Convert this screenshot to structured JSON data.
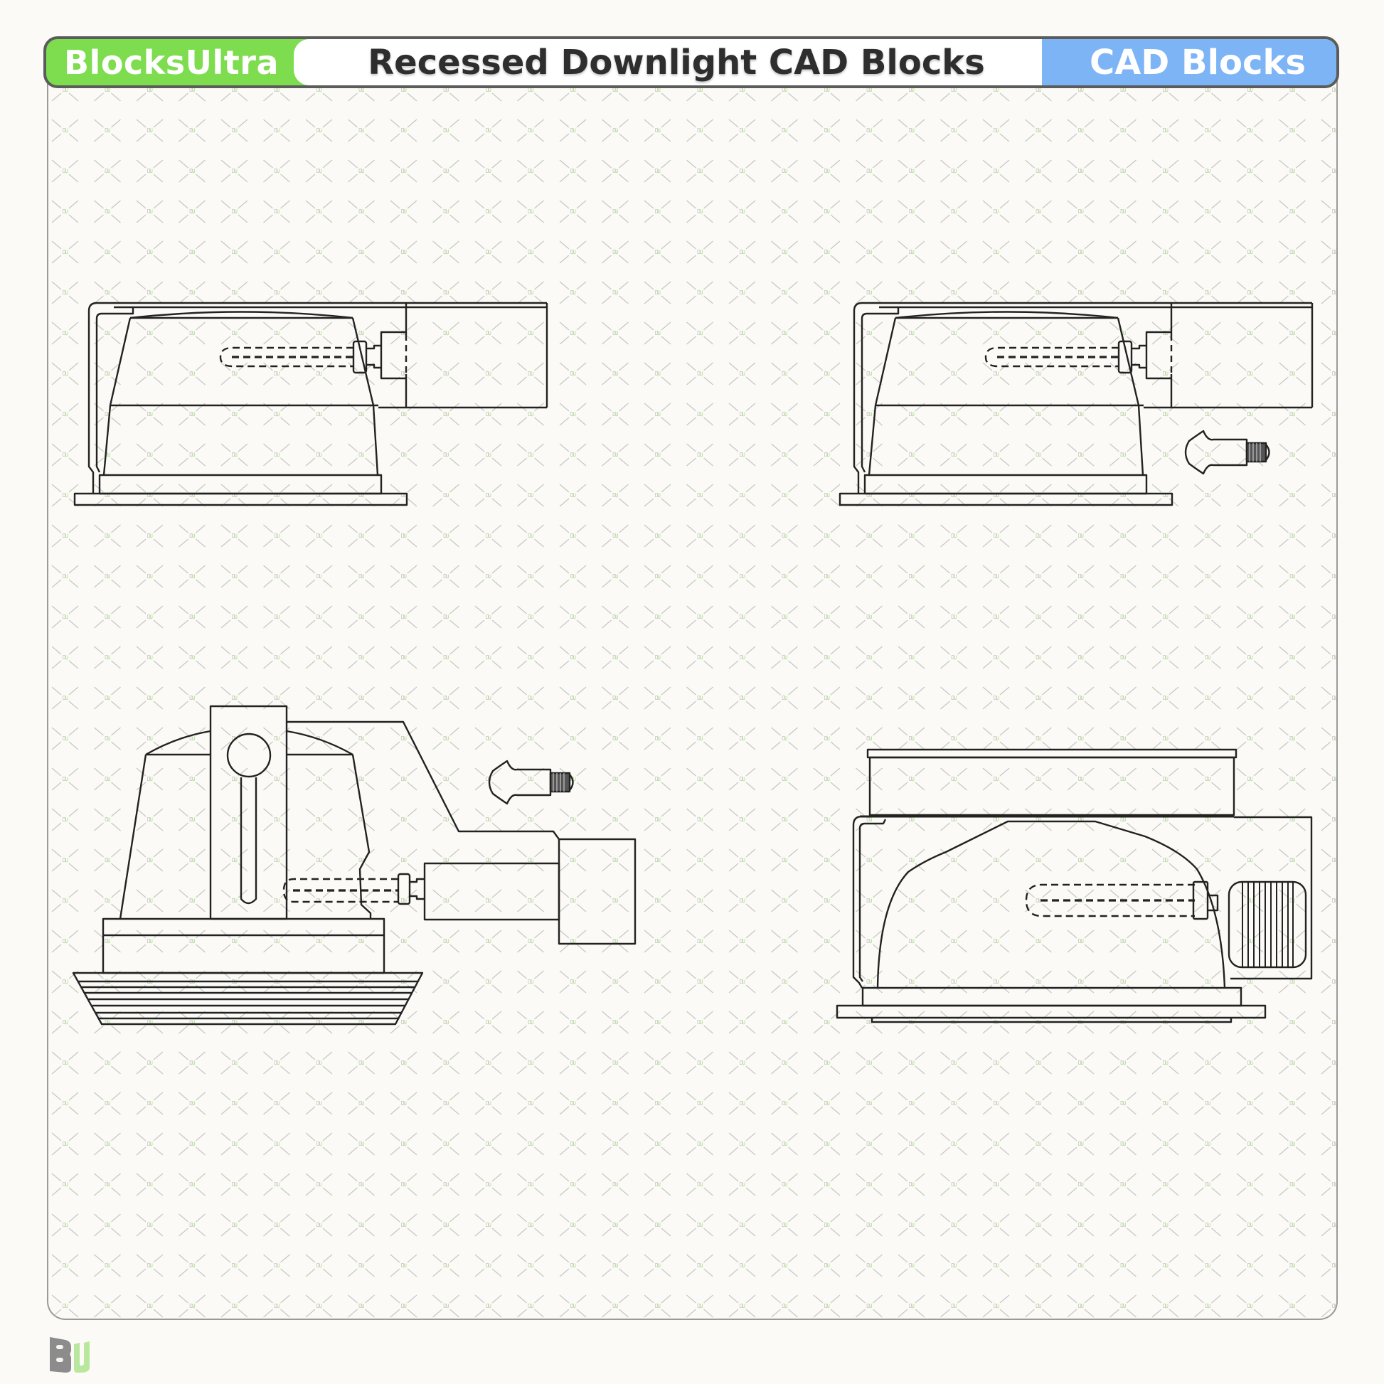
{
  "header": {
    "brand": "BlocksUltra",
    "title": "Recessed Downlight CAD Blocks",
    "category": "CAD Blocks"
  },
  "colors": {
    "brand_green": "#7ddd4e",
    "category_blue": "#7db4f6",
    "header_border": "#5b5b5b",
    "background": "#fbfaf6",
    "line": "#222222"
  },
  "drawings": [
    {
      "id": "downlight-side-elevation-1",
      "description": "Recessed downlight side elevation with junction box and dashed CFL lamp"
    },
    {
      "id": "downlight-side-elevation-2",
      "description": "Recessed downlight side elevation with junction box, dashed CFL lamp and separate bulb"
    },
    {
      "id": "downlight-adjustable-elevation",
      "description": "Adjustable recessed downlight with stepped baffle trim, bracket, junction boxes and separate bulb"
    },
    {
      "id": "downlight-housing-ballast-elevation",
      "description": "Recessed downlight housing with top collar, domed reflector, dashed lamp and ballast"
    }
  ],
  "footer": {
    "logo_text_left": "B",
    "logo_text_right": "U"
  }
}
